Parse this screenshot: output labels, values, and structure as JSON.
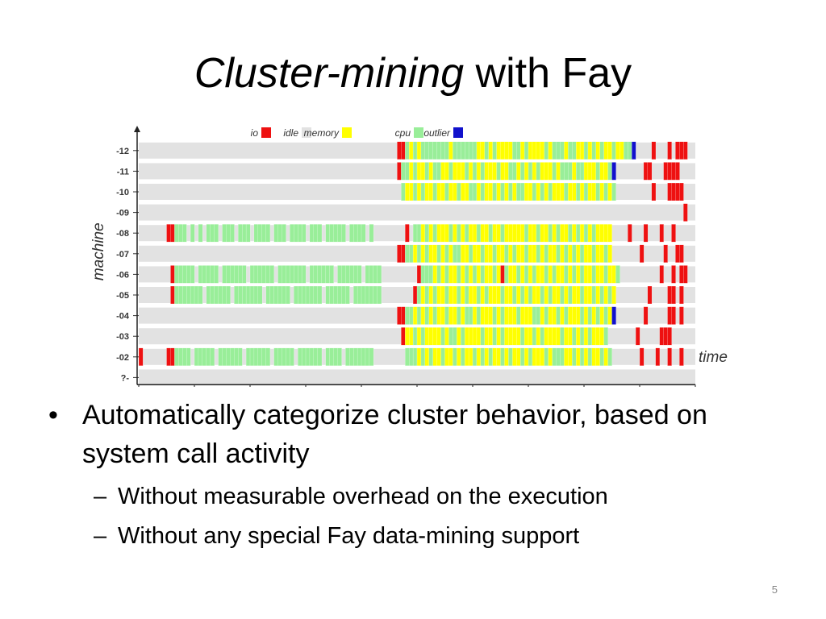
{
  "slide": {
    "title_italic": "Cluster-mining",
    "title_rest": " with Fay",
    "page_number": "5"
  },
  "bullets": {
    "main": "Automatically categorize cluster behavior, based on system call activity",
    "sub": [
      "Without measurable overhead on the execution",
      "Without any special Fay data-mining support"
    ],
    "bullet_glyph": "•",
    "dash_glyph": "–"
  },
  "chart_data": {
    "type": "heatmap",
    "title": "",
    "xlabel": "time",
    "ylabel": "machine",
    "y_ticks": [
      "-12",
      "-11",
      "-10",
      "-09",
      "-08",
      "-07",
      "-06",
      "-05",
      "-04",
      "-03",
      "-02",
      "?-"
    ],
    "legend": [
      {
        "name": "io",
        "color": "#ee1111"
      },
      {
        "name": "idle",
        "color": "#e2e2e2"
      },
      {
        "name": "memory",
        "color": "#ffff00"
      },
      {
        "name": "cpu",
        "color": "#99ee99"
      },
      {
        "name": "outlier",
        "color": "#1111cc"
      }
    ],
    "legend_position": "top",
    "state_codes": {
      "I": "idle",
      "i": "io",
      "m": "memory",
      "c": "cpu",
      "o": "outlier"
    },
    "time_slots": 140,
    "rows": {
      "-12": "IIIIIIIIIIIIIIIIIIIIIIIIIIIIIIIIIIIIIIIIIIIIIIIIIIIIIIIIIIIIIIIIIiicmcmcccccccmccccccmmcmcmmmmccmcmmmmcmcccmccmmcmcmcmmcmmccoIIIIiIIIiIiiiI",
      "-11": "IIIIIIIIIIIIIIIIIIIIIIIIIIIIIIIIIIIIIIIIIIIIIIIIIIIIIIIIIIIIIIIIIiccmcmmcmccmmcmmmcmcmcmmmcmmccmcmcmcmmmcmcccmccmmmcmmcoIIIIIIIiiIIIiiii",
      "-10": "IIIIIIIIIIIIIIIIIIIIIIIIIIIIIIIIIIIIIIIIIIIIIIIIIIIIIIIIIIIIIIIIIIcmmcmcmmcmmcmmcmmccmcmmcmcmcmccmmcmcmcmmmcmmcmcmmcmcmcIIIIIIIIIiIIIiiii",
      "-09": "IIIIIIIIIIIIIIIIIIIIIIIIIIIIIIIIIIIIIIIIIIIIIIIIIIIIIIIIIIIIIIIIIIIIIIIIIIIIIIIIIIIIIIIIIIIIIIIIIIIIIIIIIIIIIIIIIIIIIIIIIIIIIIIIIIIIIIIIIiII",
      "-08": "IIIIIIIiicccIcIcIcccIcccIcccIccccIcccIccccIcccIcccccIccccIcIIIIIIIIiIccmcmcmmmcmcmcmmcmmcmmcmmmmmcmmcmmcmcmmcmcmcmcmmmmIIIIiIIIiIIIiIIi",
      "-07": "IIIIIIIIIIIIIIIIIIIIIIIIIIIIIIIIIIIIIIIIIIIIIIIIIIIIIIIIIIIIIIIIIiiccmcmcmmcmcmccmmcmmcmmcmmcmcmmcmmcmcmmcmcmcmcmmcmmcmIIIIIIIiIIIIIiIIii",
      "-06": "IIIIIIIIicccccIcccccIccccccIccccccIcccccccIccccccIccccccIccccIIIIIIIIIicccmcmcmmcmcmcmcmmcmicmmcmcmcmmcmcmmcmcmcmmcmmcmmcIIIIIIIIIIiIIiIii",
      "-05": "IIIIIIIIicccccccIccccccIcccccccIccccccIcccccccIccccccIcccccccIIIIIIIIicmcmcmmcmmcmcmmcmcmmmcmmcmcmcmmcmcmmcmcmmcmmcmcmcmIIIIIIIIiIIIIiiIi",
      "-04": "IIIIIIIIIIIIIIIIIIIIIIIIIIIIIIIIIIIIIIIIIIIIIIIIIIIIIIIIIIIIIIIIIiiccmcmcmcmmcmmcmccmcmmmcmcmmmcmmmccmcmmcmcmmmcmcmcmcmoIIIIIIIiIIIIIiiIi",
      "-03": "IIIIIIIIIIIIIIIIIIIIIIIIIIIIIIIIIIIIIIIIIIIIIIIIIIIIIIIIIIIIIIIIIIimmcmcmmmmcmccmcmmmmcmmcmcmmmmcmmcmcmmmmcmmcmcmcmmmcIIIIIIIiIIIIIiiiII",
      "-02": "iIIIIIIiiccccIcccccIccccccIccccccIcccccIccccccIccccIcccccccIIIIIIIIcccmcmcmmcmmcmcmmcmcmcmmcmcmmcmcmmmcmcccmmcmcmcmmcmcIIIIIIIiIIIiIIiIIi",
      "?-": "IIIIIIIIIIIIIIIIIIIIIIIIIIIIIIIIIIIIIIIIIIIIIIIIIIIIIIIIIIIIIIIIIIIIIIIIIIIIIIIIIIIIIIIIIIIIIIIIIIIIIIIIIIIIIIIIIIIIIIIIIIIIIIIIIIIIIIIIIIII"
    }
  }
}
